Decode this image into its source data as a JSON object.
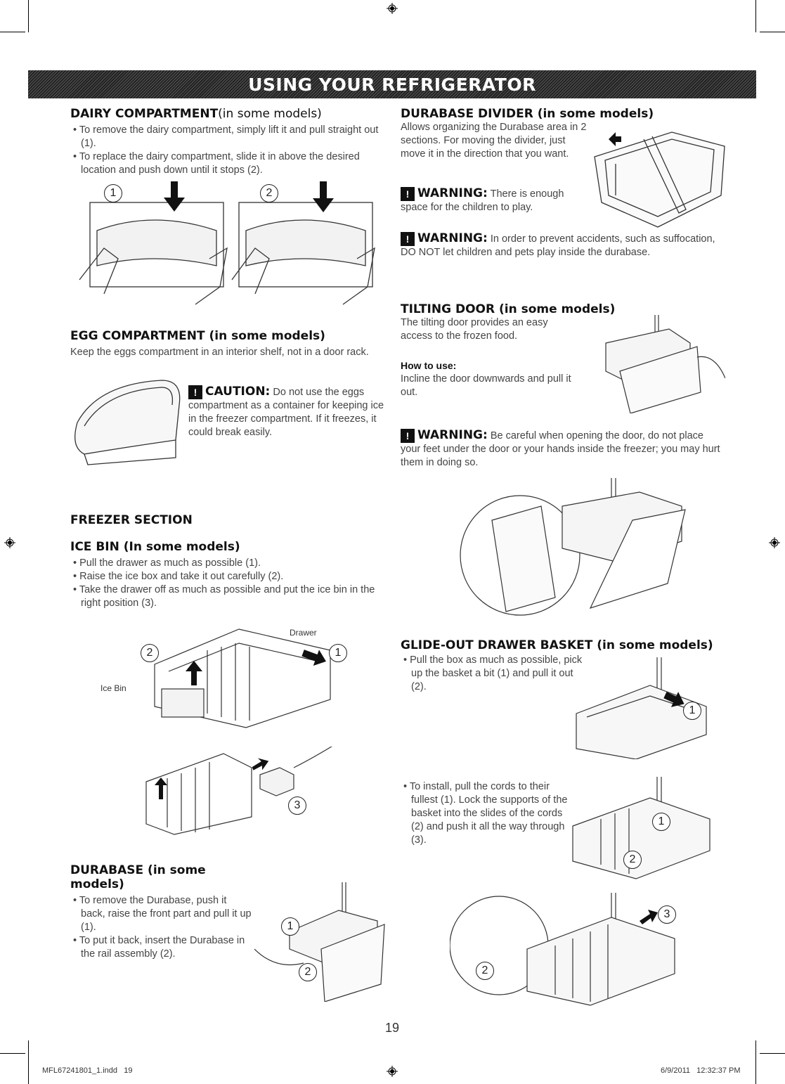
{
  "banner": {
    "title": "USING YOUR REFRIGERATOR"
  },
  "dairy": {
    "title": "DAIRY COMPARTMENT",
    "title_suffix": "(in some models)",
    "bullets": [
      "To remove the dairy compartment, simply lift it and pull straight out (1).",
      "To replace the dairy compartment, slide it in above the desired location and push down until it stops (2)."
    ],
    "callouts": [
      "1",
      "2"
    ]
  },
  "egg": {
    "title": "EGG COMPARTMENT (in some models)",
    "body": "Keep the eggs compartment in an interior shelf, not in a door rack.",
    "caution_label": "CAUTION:",
    "caution_text": "Do not use the eggs compartment as a container for keeping ice in the freezer compartment. If it freezes, it could break easily."
  },
  "divider": {
    "title": "DURABASE DIVIDER (in some models)",
    "body": "Allows organizing the Durabase area in 2 sections. For moving the divider, just move it in the direction that you want.",
    "warning1_label": "WARNING:",
    "warning1_text": "There is enough space for the children to play.",
    "warning2_label": "WARNING:",
    "warning2_text": "In order to prevent accidents, such as suffocation, DO NOT let children and pets play inside the durabase."
  },
  "tilting": {
    "title": "TILTING DOOR (in some models)",
    "body": "The tilting door provides an easy access to the frozen food.",
    "howto_label": "How to use:",
    "howto_text": "Incline the door downwards and pull it out.",
    "warning_label": "WARNING:",
    "warning_text": "Be careful when opening the door, do not place your feet under the door or your hands inside the freezer; you may hurt them in doing so."
  },
  "freezer": {
    "title": "FREEZER SECTION",
    "icebin_title": "ICE BIN (In some models)",
    "icebin_bullets": [
      "Pull the drawer as much as possible (1).",
      "Raise the ice box and take it out carefully (2).",
      "Take the drawer off as much as possible and put the ice bin in the right position (3)."
    ],
    "label_drawer": "Drawer",
    "label_icebin": "Ice Bin",
    "callouts": [
      "1",
      "2",
      "3"
    ]
  },
  "durabase": {
    "title": "DURABASE (in some models)",
    "bullets": [
      "To remove the Durabase, push it back, raise the front part and pull it up (1).",
      "To put it back, insert the Durabase in the rail assembly (2)."
    ],
    "callouts": [
      "1",
      "2"
    ]
  },
  "glide": {
    "title": "GLIDE-OUT DRAWER BASKET (in some models)",
    "bullet1": "Pull the box as much as possible, pick up the basket a bit (1) and pull it out (2).",
    "bullet2": "To install, pull the cords to their fullest (1). Lock the supports of the basket into the slides of the cords (2) and push it all the way through (3).",
    "callouts": [
      "1",
      "2",
      "3"
    ]
  },
  "footer": {
    "page_number": "19",
    "file": "MFL67241801_1.indd   19",
    "date": "6/9/2011   12:32:37 PM"
  },
  "icons": {
    "warning": "warning-triangle-icon",
    "registration": "registration-mark-icon"
  }
}
